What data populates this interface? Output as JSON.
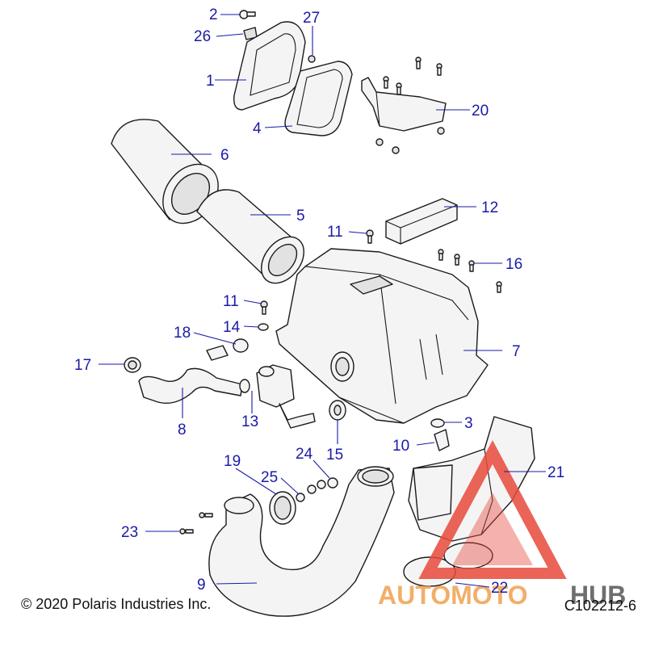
{
  "diagram": {
    "callouts": [
      {
        "id": "c2",
        "label": "2"
      },
      {
        "id": "c27",
        "label": "27"
      },
      {
        "id": "c26",
        "label": "26"
      },
      {
        "id": "c1",
        "label": "1"
      },
      {
        "id": "c4",
        "label": "4"
      },
      {
        "id": "c20",
        "label": "20"
      },
      {
        "id": "c6",
        "label": "6"
      },
      {
        "id": "c5",
        "label": "5"
      },
      {
        "id": "c12",
        "label": "12"
      },
      {
        "id": "c11a",
        "label": "11"
      },
      {
        "id": "c16",
        "label": "16"
      },
      {
        "id": "c11b",
        "label": "11"
      },
      {
        "id": "c14",
        "label": "14"
      },
      {
        "id": "c18",
        "label": "18"
      },
      {
        "id": "c7",
        "label": "7"
      },
      {
        "id": "c17",
        "label": "17"
      },
      {
        "id": "c8",
        "label": "8"
      },
      {
        "id": "c13",
        "label": "13"
      },
      {
        "id": "c3",
        "label": "3"
      },
      {
        "id": "c10",
        "label": "10"
      },
      {
        "id": "c15",
        "label": "15"
      },
      {
        "id": "c19",
        "label": "19"
      },
      {
        "id": "c25",
        "label": "25"
      },
      {
        "id": "c24",
        "label": "24"
      },
      {
        "id": "c21",
        "label": "21"
      },
      {
        "id": "c23",
        "label": "23"
      },
      {
        "id": "c9",
        "label": "9"
      },
      {
        "id": "c22",
        "label": "22"
      }
    ]
  },
  "watermark": {
    "text_auto": "AUTOMOTO",
    "text_hub": "HUB",
    "color_primary": "#e84a3c",
    "color_secondary": "#f0a050",
    "color_hub": "#555555"
  },
  "footer": {
    "copyright": "© 2020 Polaris Industries Inc.",
    "drawing_id": "C102212-6"
  }
}
